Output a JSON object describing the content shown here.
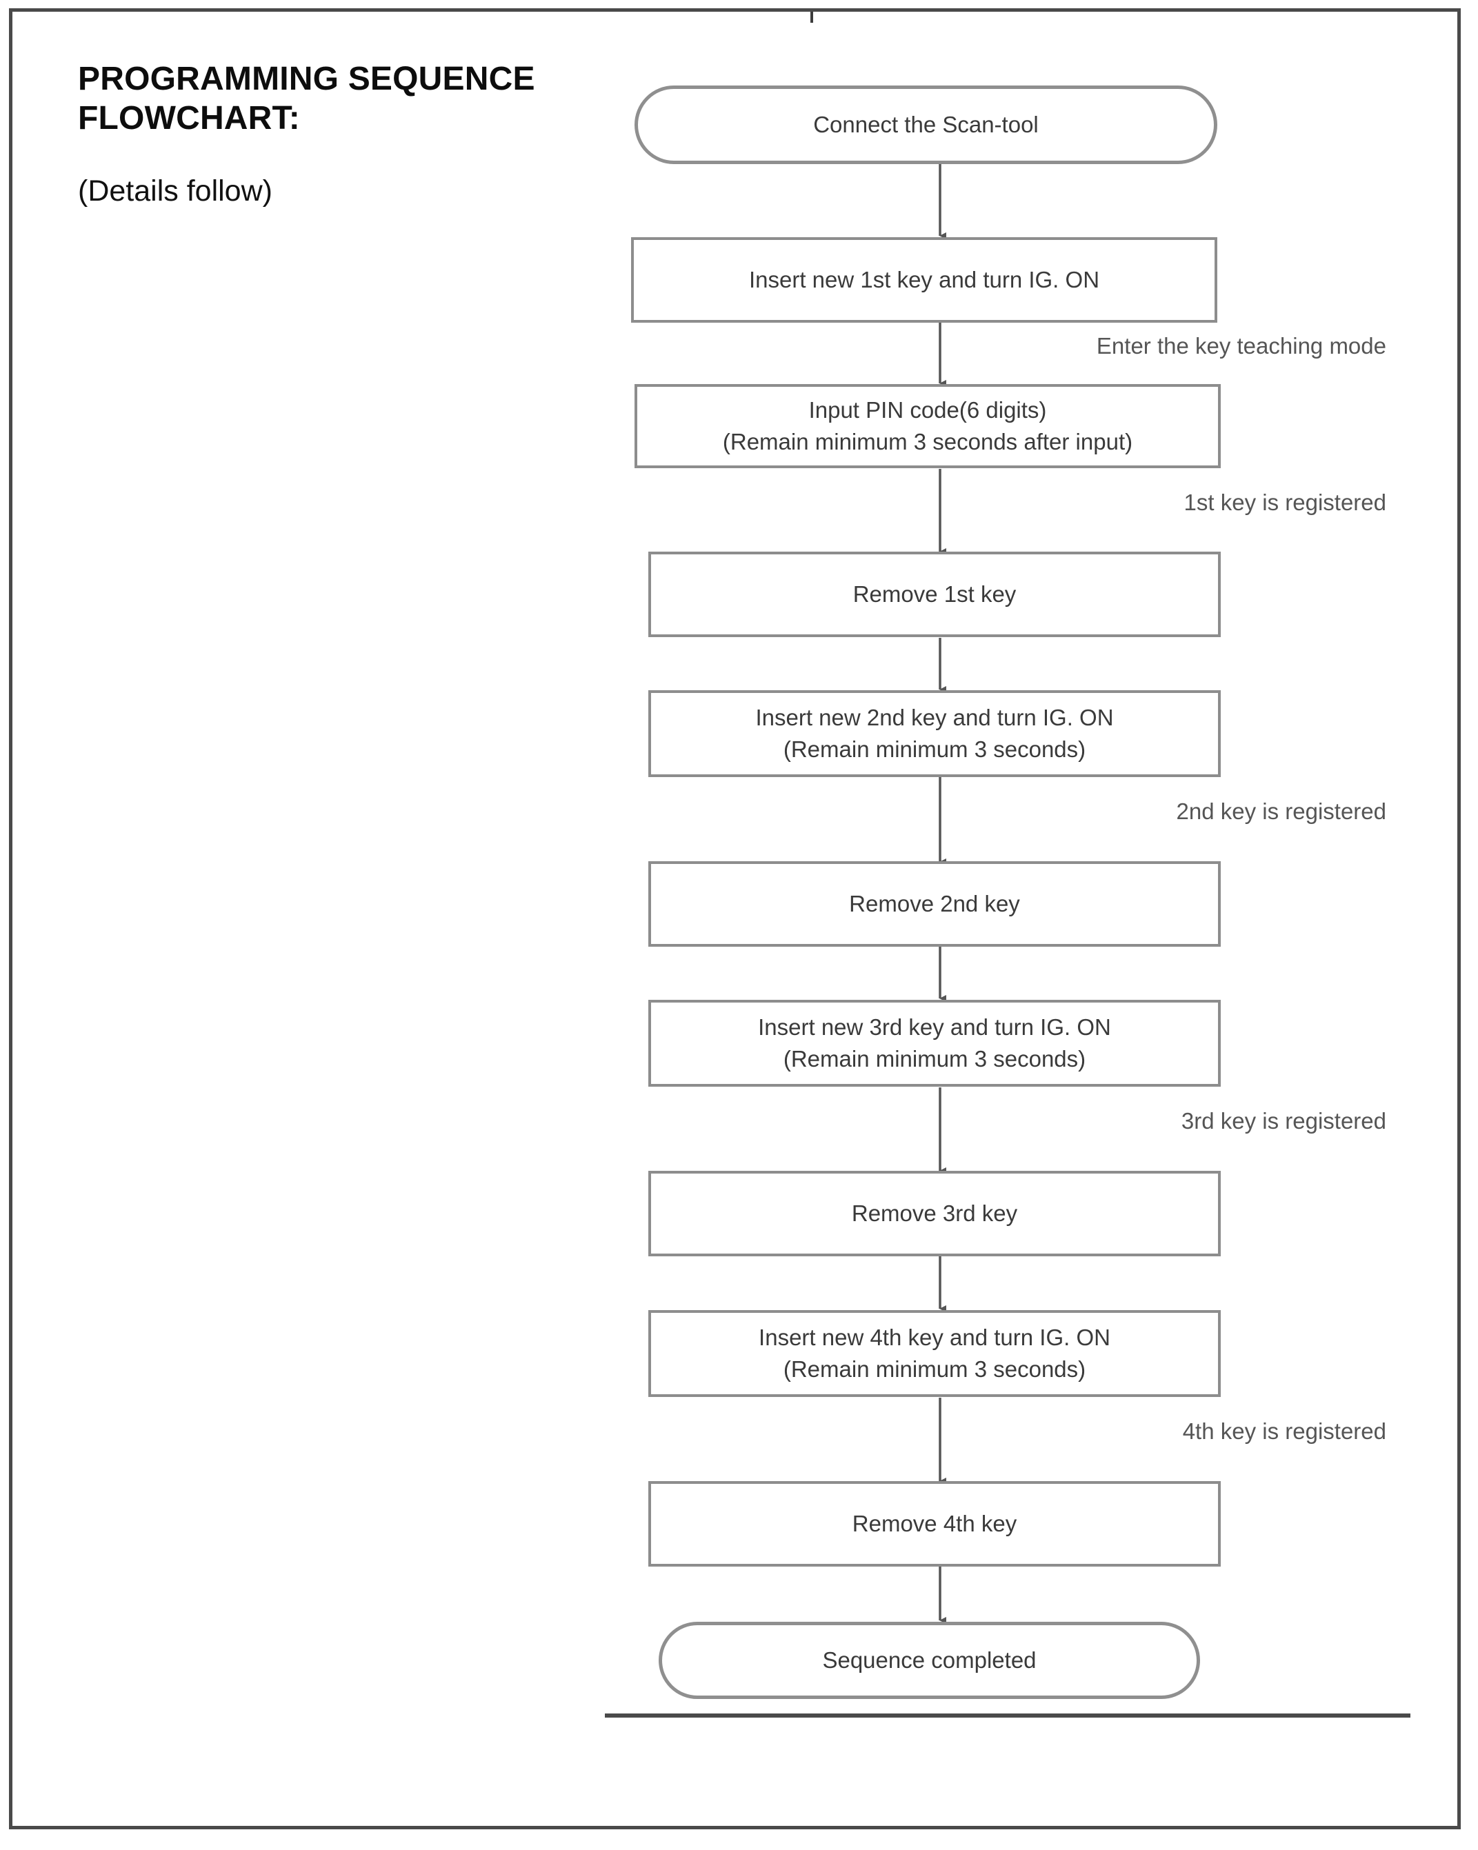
{
  "document": {
    "title_line1": "PROGRAMMING SEQUENCE",
    "title_line2": "FLOWCHART:",
    "subtitle": "(Details follow)"
  },
  "colors": {
    "frame_border": "#4a4a4a",
    "node_border": "#8d8d8d",
    "node_fill": "#ffffff",
    "node_text": "#3a3a3a",
    "label_text": "#555555",
    "title_text": "#0d0d0d",
    "connector": "#555555"
  },
  "chart_data": {
    "type": "flowchart",
    "title": "PROGRAMMING SEQUENCE FLOWCHART:",
    "orientation": "top-to-bottom",
    "nodes": [
      {
        "id": "n1",
        "shape": "terminator",
        "text_line1": "Connect the Scan-tool",
        "text_line2": ""
      },
      {
        "id": "n2",
        "shape": "process",
        "text_line1": "Insert new 1st key and turn IG. ON",
        "text_line2": ""
      },
      {
        "id": "n3",
        "shape": "process",
        "text_line1": "Input PIN code(6 digits)",
        "text_line2": "(Remain minimum 3 seconds after input)"
      },
      {
        "id": "n4",
        "shape": "process",
        "text_line1": "Remove 1st key",
        "text_line2": ""
      },
      {
        "id": "n5",
        "shape": "process",
        "text_line1": "Insert new 2nd key and turn IG. ON",
        "text_line2": "(Remain minimum 3 seconds)"
      },
      {
        "id": "n6",
        "shape": "process",
        "text_line1": "Remove 2nd key",
        "text_line2": ""
      },
      {
        "id": "n7",
        "shape": "process",
        "text_line1": "Insert new 3rd key and turn IG. ON",
        "text_line2": "(Remain minimum 3 seconds)"
      },
      {
        "id": "n8",
        "shape": "process",
        "text_line1": "Remove 3rd key",
        "text_line2": ""
      },
      {
        "id": "n9",
        "shape": "process",
        "text_line1": "Insert new 4th key and turn IG. ON",
        "text_line2": "(Remain minimum 3 seconds)"
      },
      {
        "id": "n10",
        "shape": "process",
        "text_line1": "Remove 4th key",
        "text_line2": ""
      },
      {
        "id": "n11",
        "shape": "terminator",
        "text_line1": "Sequence completed",
        "text_line2": ""
      }
    ],
    "edges": [
      {
        "from": "n1",
        "to": "n2",
        "label": ""
      },
      {
        "from": "n2",
        "to": "n3",
        "label": "Enter the key teaching mode"
      },
      {
        "from": "n3",
        "to": "n4",
        "label": "1st key is registered"
      },
      {
        "from": "n4",
        "to": "n5",
        "label": ""
      },
      {
        "from": "n5",
        "to": "n6",
        "label": "2nd key is registered"
      },
      {
        "from": "n6",
        "to": "n7",
        "label": ""
      },
      {
        "from": "n7",
        "to": "n8",
        "label": "3rd key is registered"
      },
      {
        "from": "n8",
        "to": "n9",
        "label": ""
      },
      {
        "from": "n9",
        "to": "n10",
        "label": "4th key is registered"
      },
      {
        "from": "n10",
        "to": "n11",
        "label": ""
      }
    ],
    "edge_labels": [
      "Enter the key teaching mode",
      "1st key is registered",
      "2nd key is registered",
      "3rd key is registered",
      "4th key is registered"
    ]
  }
}
